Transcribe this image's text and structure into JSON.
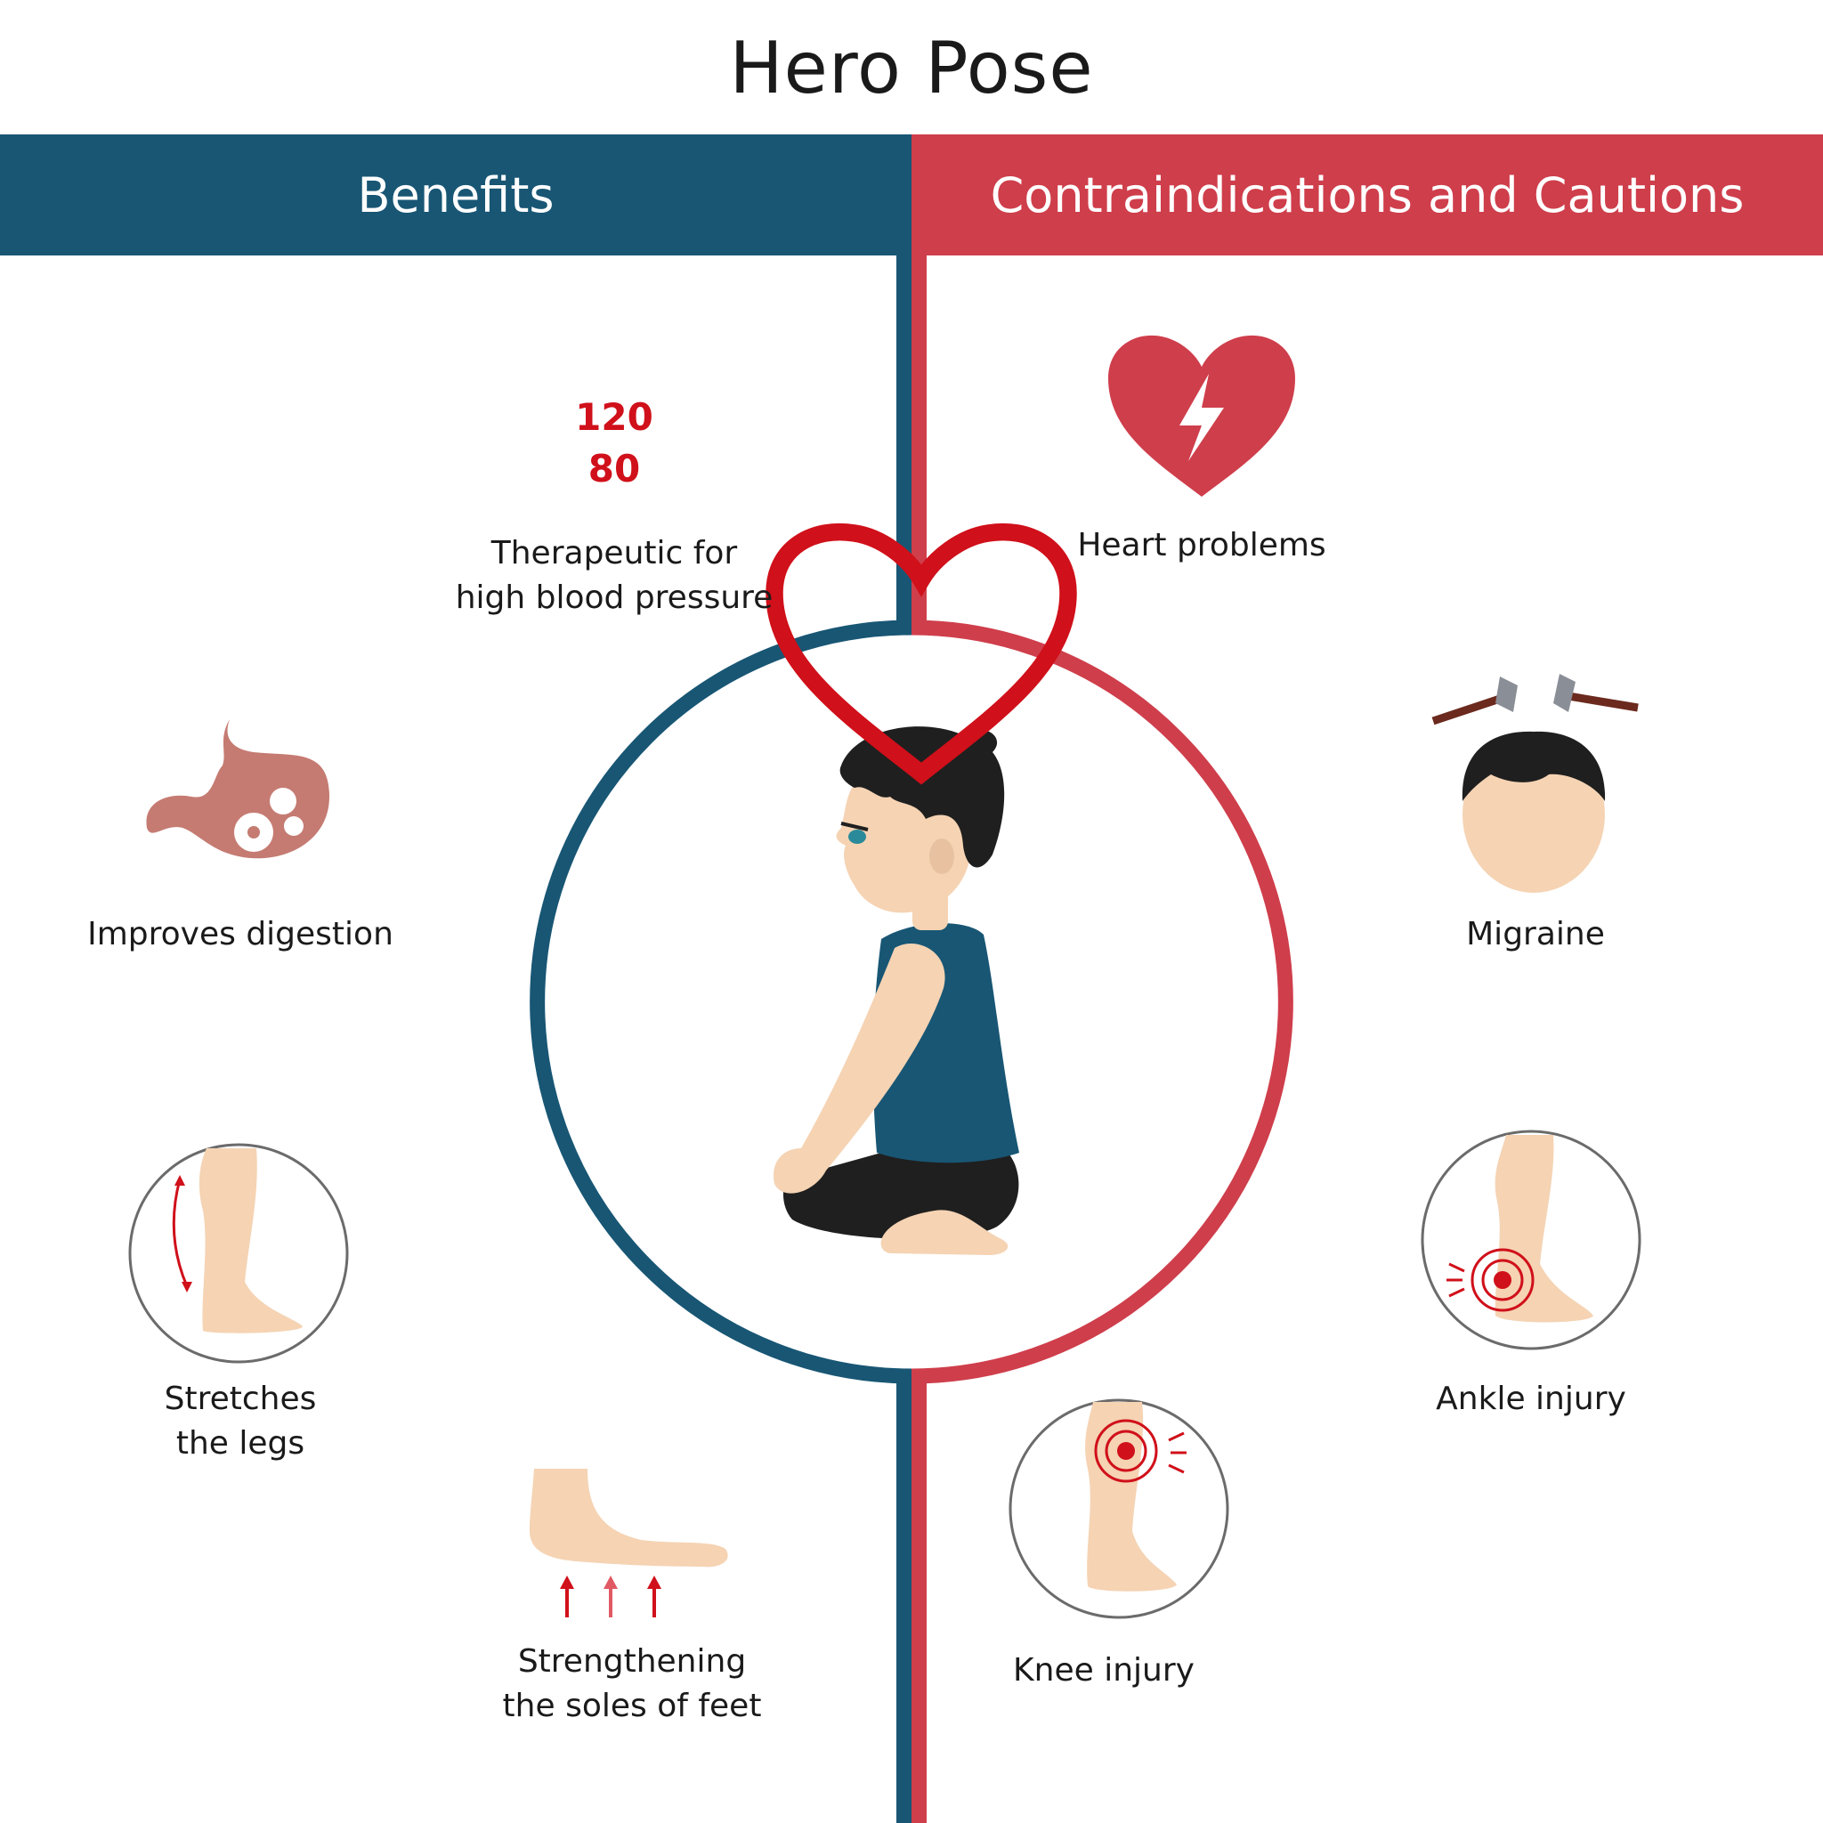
{
  "title": "Hero Pose",
  "headers": {
    "benefits": "Benefits",
    "cautions": "Contraindications and Cautions"
  },
  "colors": {
    "benefits": "#185674",
    "cautions": "#cf3e4b",
    "skin": "#f5d3b3",
    "hair": "#1f1f1f",
    "stomach": "#c57b72",
    "pain": "#d0101a"
  },
  "blood_pressure": {
    "systolic": "120",
    "diastolic": "80"
  },
  "benefits": [
    {
      "icon": "blood-pressure-heart-icon",
      "line1": "Therapeutic for",
      "line2": "high blood pressure"
    },
    {
      "icon": "stomach-gears-icon",
      "line1": "Improves digestion",
      "line2": ""
    },
    {
      "icon": "leg-stretch-icon",
      "line1": "Stretches",
      "line2": "the legs"
    },
    {
      "icon": "foot-sole-icon",
      "line1": "Strengthening",
      "line2": "the soles of feet"
    }
  ],
  "cautions": [
    {
      "icon": "heart-lightning-icon",
      "line1": "Heart problems",
      "line2": ""
    },
    {
      "icon": "migraine-head-icon",
      "line1": "Migraine",
      "line2": ""
    },
    {
      "icon": "ankle-pain-icon",
      "line1": "Ankle injury",
      "line2": ""
    },
    {
      "icon": "knee-pain-icon",
      "line1": "Knee injury",
      "line2": ""
    }
  ],
  "center_figure": "person-hero-pose-icon"
}
